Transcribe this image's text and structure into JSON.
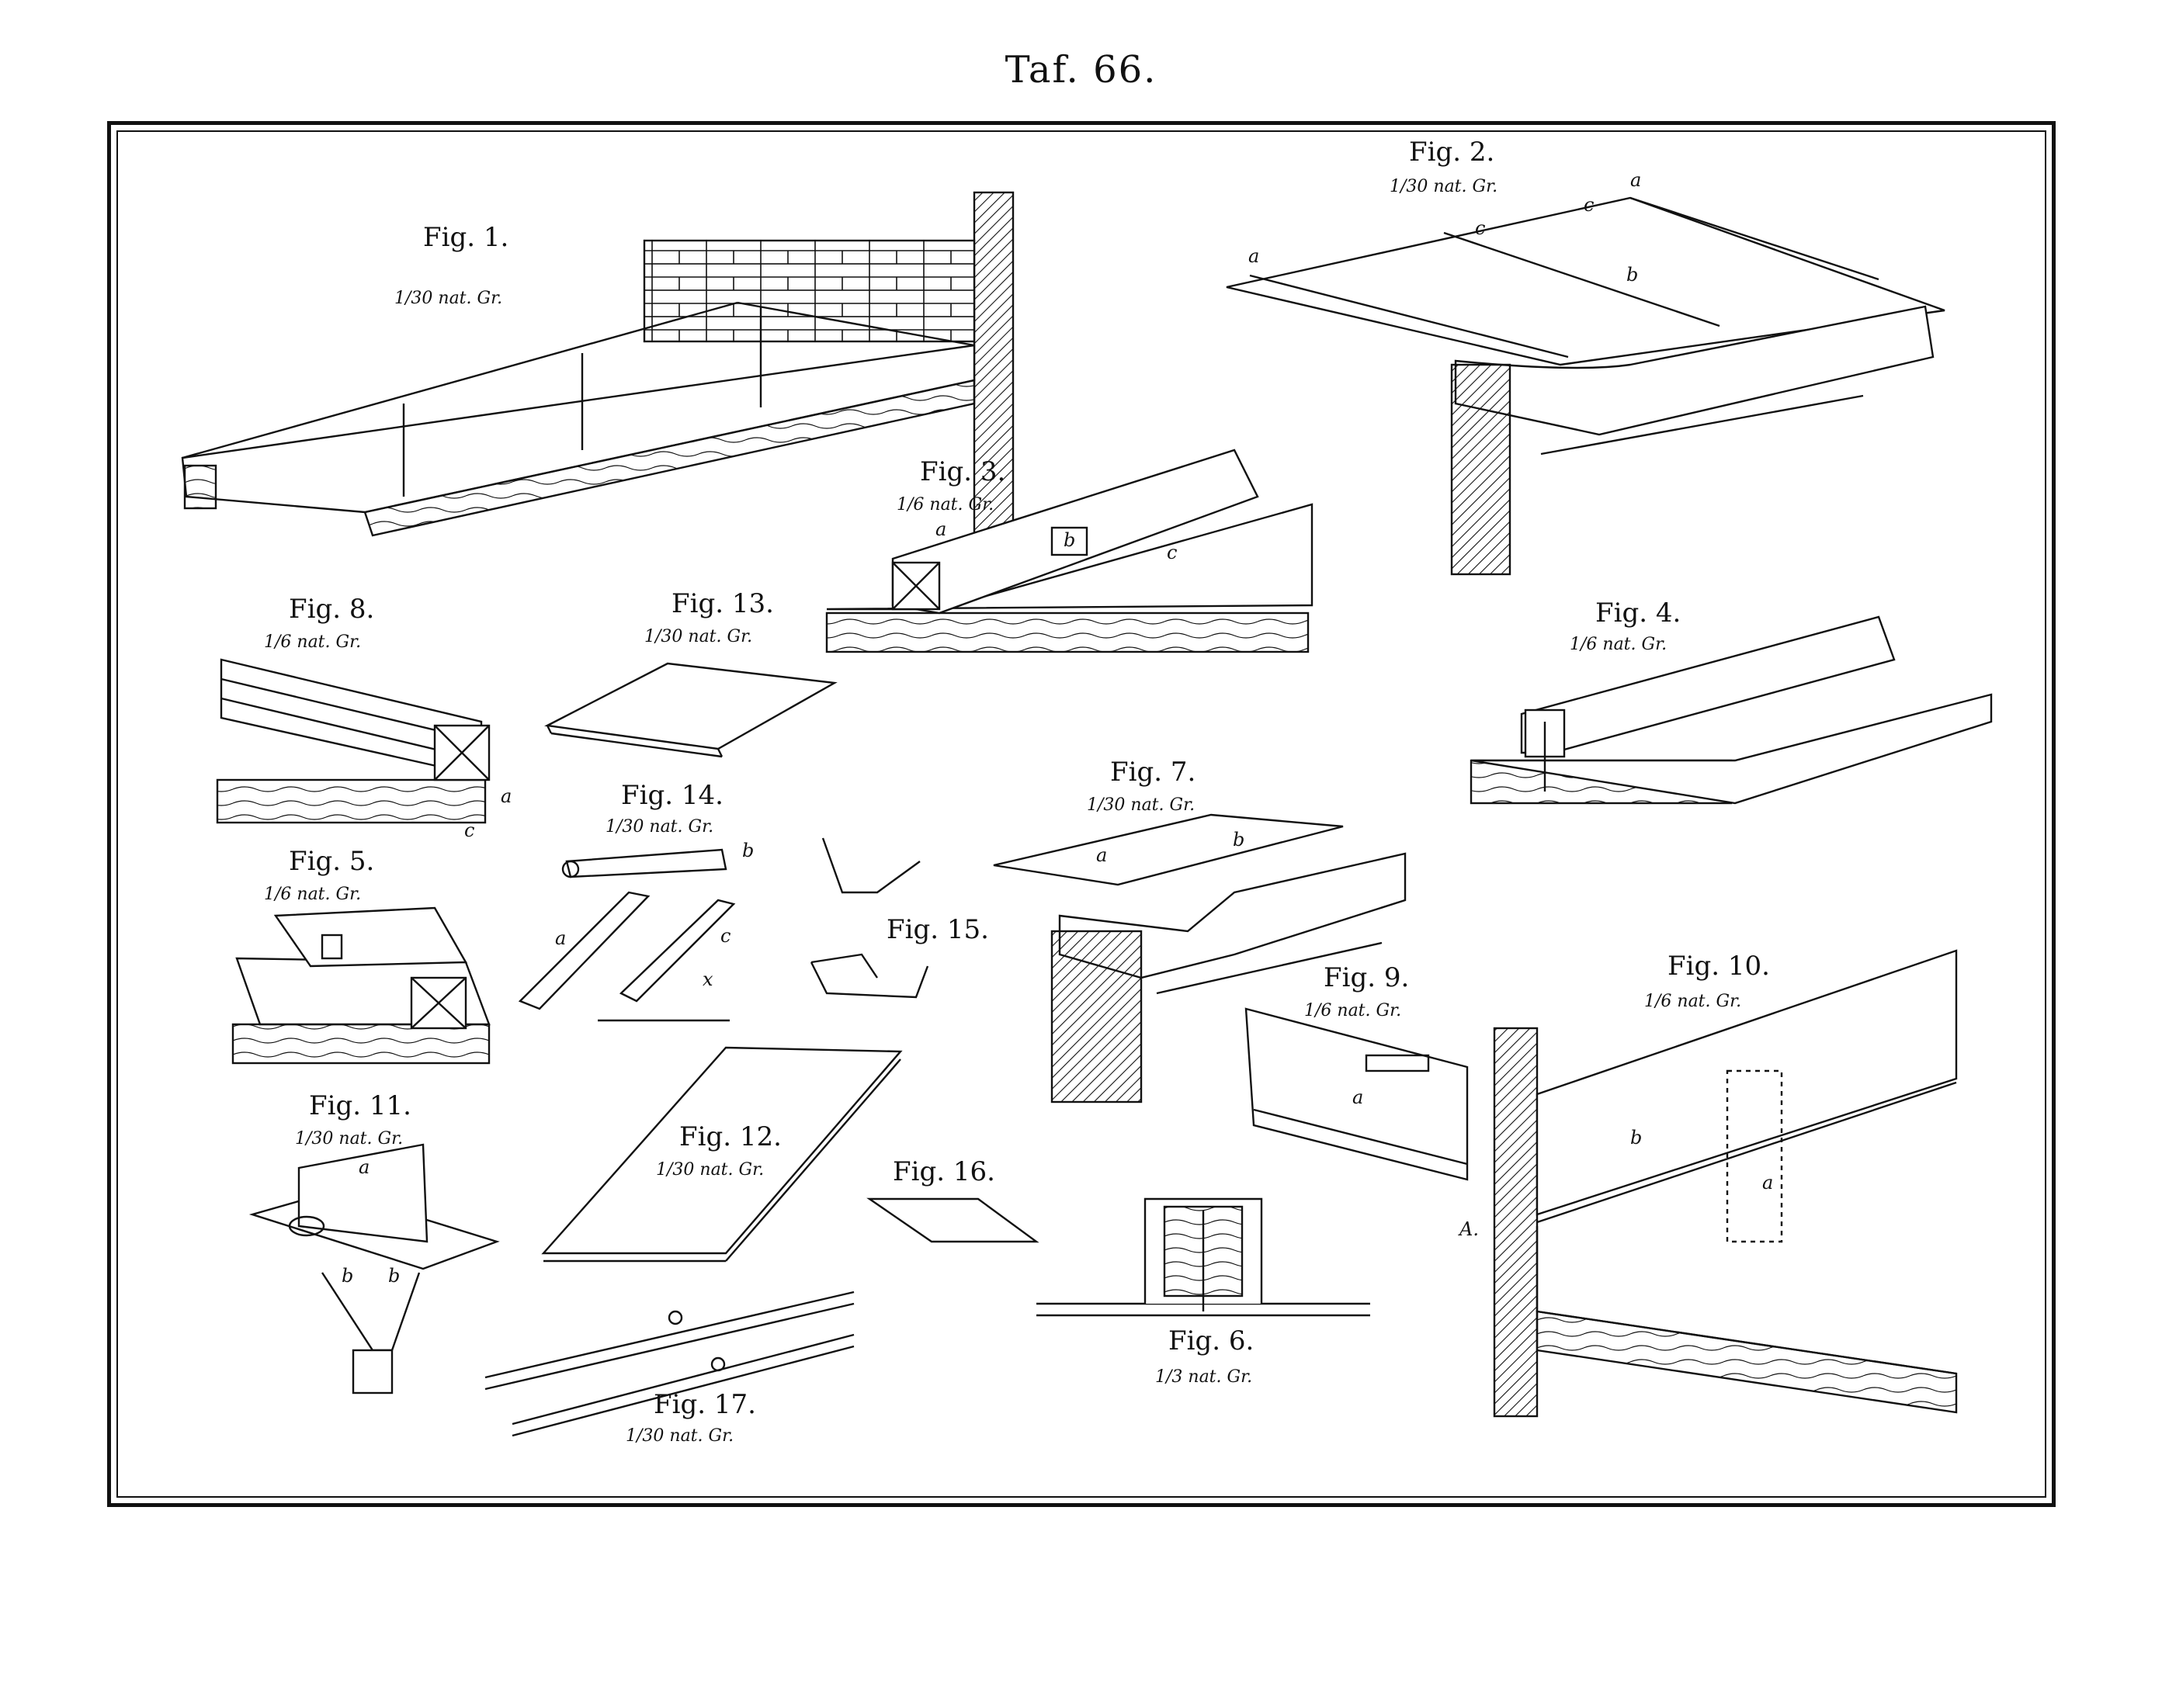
{
  "plate": {
    "title": "Taf. 66."
  },
  "figures": {
    "fig1": {
      "title": "Fig. 1.",
      "scale": "1/30 nat. Gr."
    },
    "fig2": {
      "title": "Fig. 2.",
      "scale": "1/30 nat. Gr."
    },
    "fig3": {
      "title": "Fig. 3.",
      "scale": "1/6 nat. Gr."
    },
    "fig4": {
      "title": "Fig. 4.",
      "scale": "1/6 nat. Gr."
    },
    "fig5": {
      "title": "Fig. 5.",
      "scale": "1/6 nat. Gr."
    },
    "fig6": {
      "title": "Fig. 6.",
      "scale": "1/3 nat. Gr."
    },
    "fig7": {
      "title": "Fig. 7.",
      "scale": "1/30 nat. Gr."
    },
    "fig8": {
      "title": "Fig. 8.",
      "scale": "1/6 nat. Gr."
    },
    "fig9": {
      "title": "Fig. 9.",
      "scale": "1/6 nat. Gr."
    },
    "fig10": {
      "title": "Fig. 10.",
      "scale": "1/6 nat. Gr."
    },
    "fig11": {
      "title": "Fig. 11.",
      "scale": "1/30 nat. Gr."
    },
    "fig12": {
      "title": "Fig. 12.",
      "scale": "1/30 nat. Gr."
    },
    "fig13": {
      "title": "Fig. 13.",
      "scale": "1/30 nat. Gr."
    },
    "fig14": {
      "title": "Fig. 14.",
      "scale": "1/30 nat. Gr."
    },
    "fig15": {
      "title": "Fig. 15."
    },
    "fig16": {
      "title": "Fig. 16."
    },
    "fig17": {
      "title": "Fig. 17.",
      "scale": "1/30 nat. Gr."
    }
  },
  "letters": {
    "a": "a",
    "b": "b",
    "c": "c",
    "x": "x",
    "A": "A."
  },
  "colors": {
    "ink": "#111111",
    "paper": "#ffffff"
  }
}
